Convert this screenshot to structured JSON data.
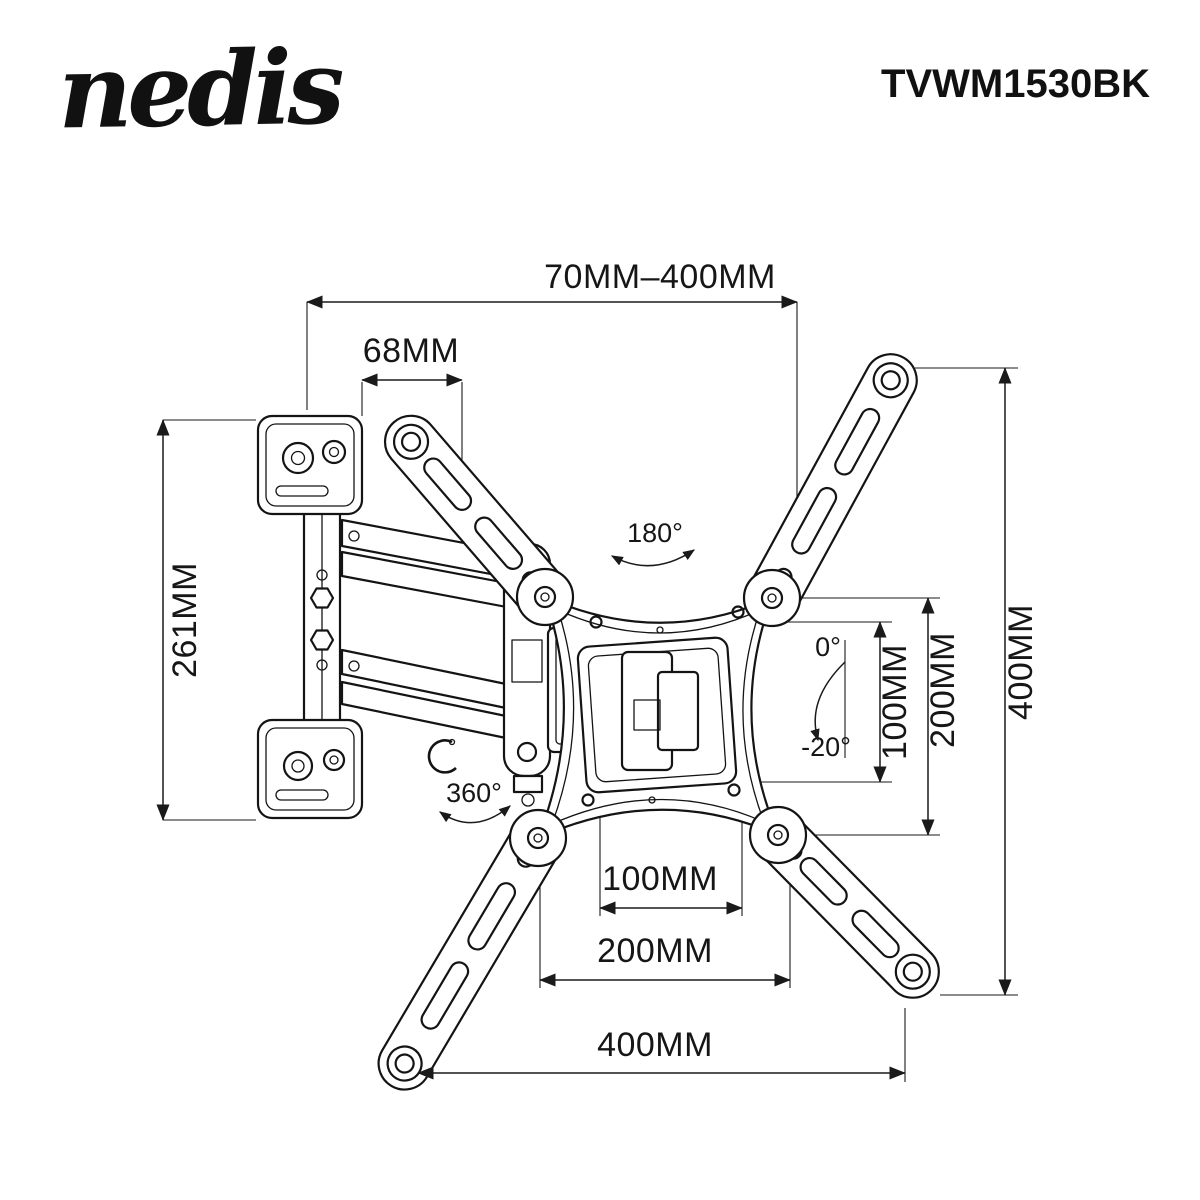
{
  "header": {
    "brand": "nedis",
    "model": "TVWM1530BK"
  },
  "dimensions": {
    "extension_range": "70MM–400MM",
    "wall_bracket_width": "68MM",
    "wall_bracket_height": "261MM",
    "vesa_height_100": "100MM",
    "vesa_height_200": "200MM",
    "arm_span_height": "400MM",
    "vesa_width_100": "100MM",
    "vesa_width_200": "200MM",
    "arm_span_width": "400MM"
  },
  "angles": {
    "swivel": "180°",
    "rotation": "360°",
    "tilt_from": "0°",
    "tilt_to": "-20°"
  },
  "colors": {
    "ink": "#141414",
    "background": "#ffffff"
  }
}
